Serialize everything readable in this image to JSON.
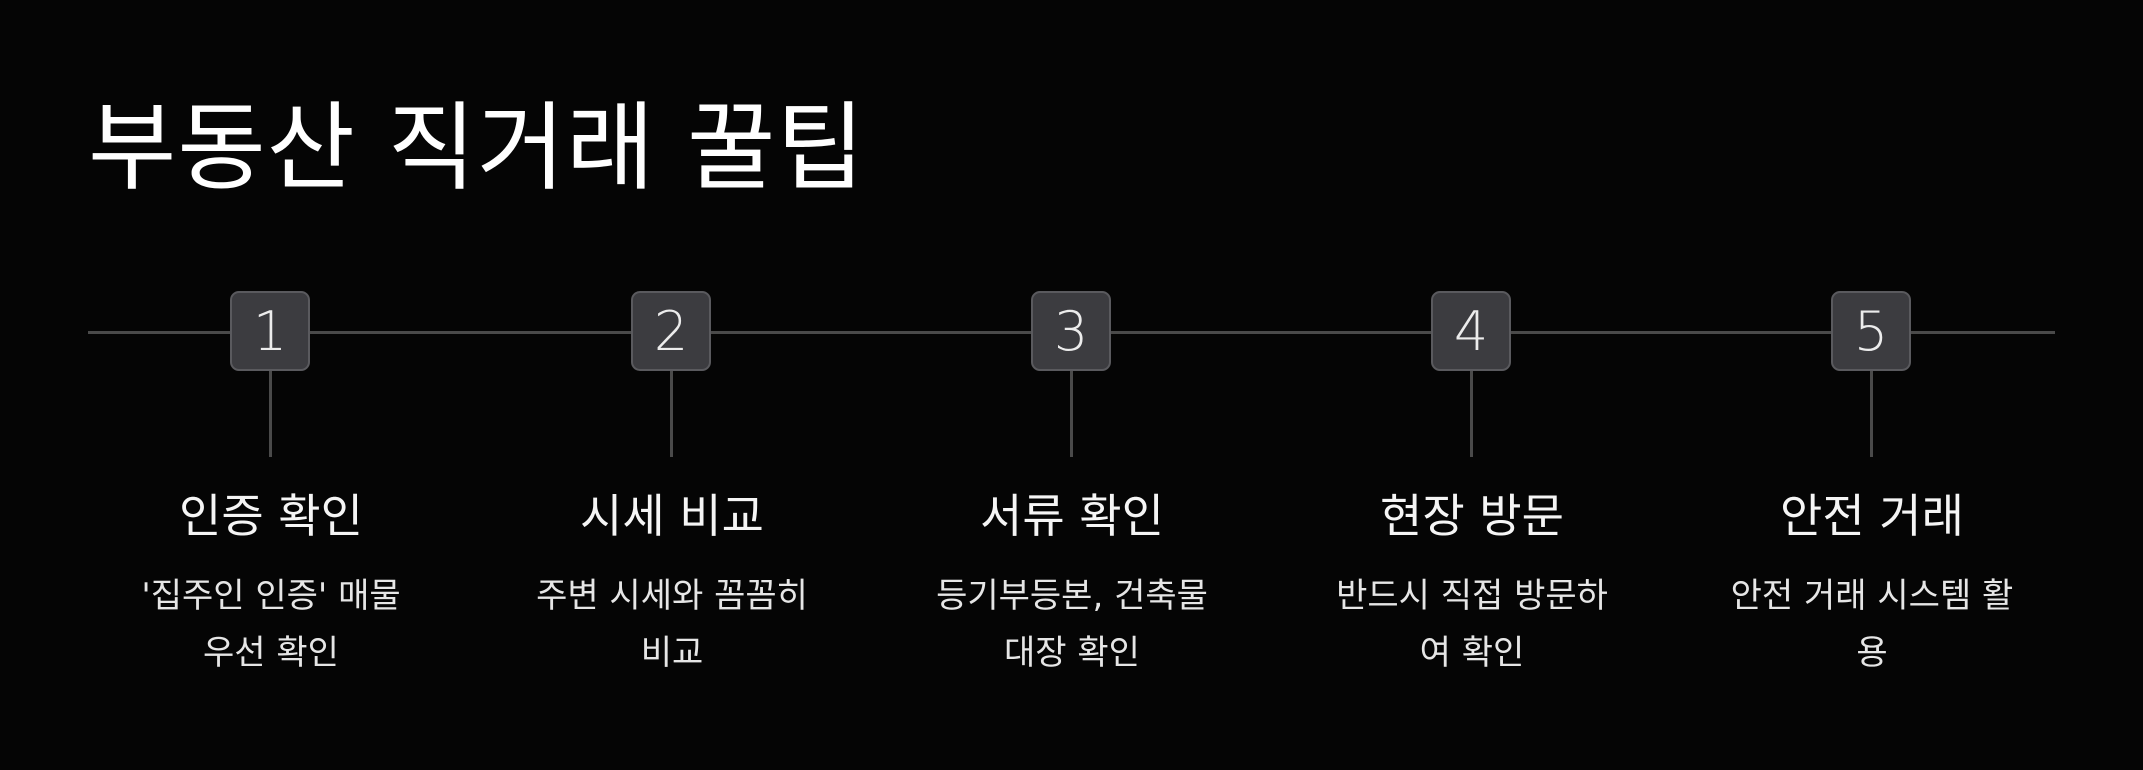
{
  "title": "부동산 직거래 꿀팁",
  "steps": [
    {
      "number": "1",
      "title": "인증 확인",
      "desc_line1": "'집주인 인증' 매물",
      "desc_line2": "우선 확인"
    },
    {
      "number": "2",
      "title": "시세 비교",
      "desc_line1": "주변 시세와 꼼꼼히",
      "desc_line2": "비교"
    },
    {
      "number": "3",
      "title": "서류 확인",
      "desc_line1": "등기부등본, 건축물",
      "desc_line2": "대장 확인"
    },
    {
      "number": "4",
      "title": "현장 방문",
      "desc_line1": "반드시 직접 방문하",
      "desc_line2": "여 확인"
    },
    {
      "number": "5",
      "title": "안전 거래",
      "desc_line1": "안전 거래 시스템 활",
      "desc_line2": "용"
    }
  ],
  "colors": {
    "background": "#050505",
    "badge": "#3c3c40",
    "line": "#4a4a4a",
    "text": "#f2f2f2"
  }
}
